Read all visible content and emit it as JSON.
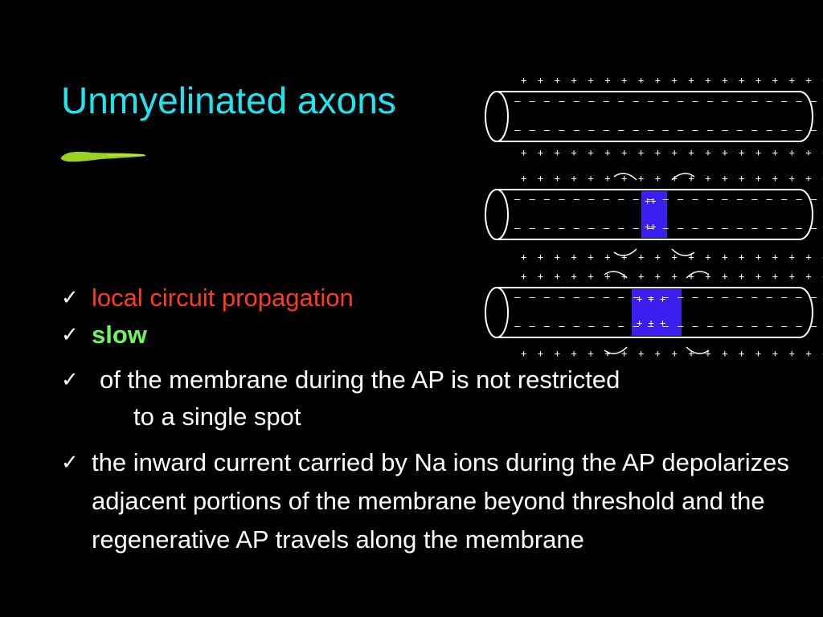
{
  "slide": {
    "title": "Unmyelinated axons",
    "colors": {
      "title": "#1ee6f0",
      "highlight_red": "#ff3a1e",
      "highlight_green": "#6ef55a",
      "active_region": "#3d1ff0",
      "brush": "#9bd21e"
    },
    "check_icon": "✓",
    "bullets": [
      {
        "lines": [
          "local circuit propagation"
        ]
      },
      {
        "lines": [
          "slow"
        ]
      },
      {
        "lines": [
          "of the membrane during the AP is not restricted",
          "to a single spot"
        ]
      },
      {
        "lines": [
          "the inward current carried by Na ions during the AP depolarizes adjacent portions of the membrane beyond threshold and the regenerative AP travels along the membrane"
        ]
      }
    ]
  }
}
